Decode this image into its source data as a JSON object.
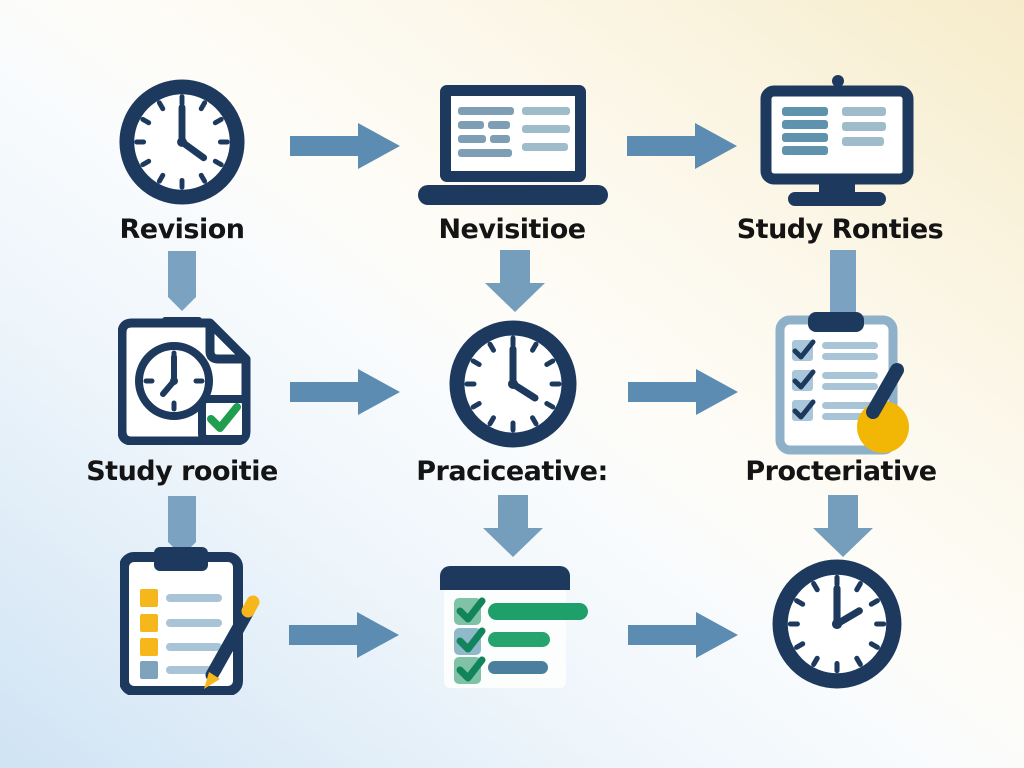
{
  "flow": {
    "rows": [
      {
        "nodes": [
          {
            "icon": "clock-icon",
            "label": "Revision"
          },
          {
            "icon": "laptop-icon",
            "label": "Nevisitioe"
          },
          {
            "icon": "monitor-icon",
            "label": "Study Ronties"
          }
        ]
      },
      {
        "nodes": [
          {
            "icon": "document-clock-check-icon",
            "label": "Study rooitie"
          },
          {
            "icon": "clock-icon",
            "label": "Praciceative:"
          },
          {
            "icon": "clipboard-checklist-pen-icon",
            "label": "Procteriative"
          }
        ]
      },
      {
        "nodes": [
          {
            "icon": "clipboard-list-pencil-icon",
            "label": ""
          },
          {
            "icon": "checklist-card-icon",
            "label": ""
          },
          {
            "icon": "clock-icon",
            "label": ""
          }
        ]
      }
    ],
    "colors": {
      "navy": "#1d3a5e",
      "arrow_right": "#5d8cb3",
      "arrow_down": "#759dbc",
      "connector_light": "#7ba2c0",
      "bar_light_blue": "#a9c4d7",
      "bar_blue_gray": "#7e9eb5",
      "bar_teal": "#5e92ad",
      "clipboard_outline": "#8fb0c9",
      "check_green": "#1f9e4f",
      "bar_green": "#1fa06b",
      "bar_steel": "#4a7f9e",
      "accent_yellow": "#f6b71c",
      "accent_orange_circle": "#f2b705",
      "label_text": "#141414",
      "bg_cream": "#f6ebc8",
      "bg_blue": "#cde2f3"
    }
  }
}
